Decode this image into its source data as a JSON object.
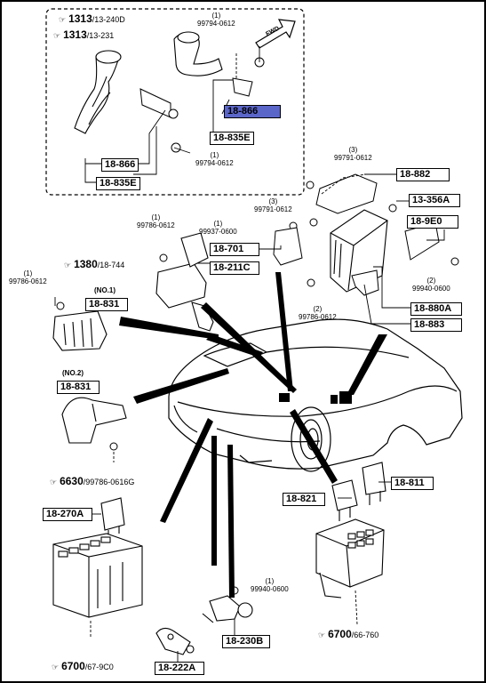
{
  "references": {
    "r1313_240d": {
      "code": "1313",
      "sub": "/13-240D"
    },
    "r1313_231": {
      "code": "1313",
      "sub": "/13-231"
    },
    "r1380": {
      "code": "1380",
      "sub": "/18-744"
    },
    "r6630": {
      "code": "6630",
      "sub": "/99786-0616G"
    },
    "r6700_66": {
      "code": "6700",
      "sub": "/66-760"
    },
    "r6700_67": {
      "code": "6700",
      "sub": "/67-9C0"
    }
  },
  "boxes": {
    "b18_866_hl": "18-866",
    "b18_835e_top": "18-835E",
    "b18_866": "18-866",
    "b18_835e": "18-835E",
    "b18_882": "18-882",
    "b13_356a": "13-356A",
    "b18_9e0": "18-9E0",
    "b18_701": "18-701",
    "b18_211c": "18-211C",
    "b18_880a": "18-880A",
    "b18_883": "18-883",
    "b18_831_a": "18-831",
    "b18_831_b": "18-831",
    "b18_821": "18-821",
    "b18_811": "18-811",
    "b18_270a": "18-270A",
    "b18_230b": "18-230B",
    "b18_222a": "18-222A"
  },
  "parts": {
    "p1": {
      "qty": "(1)",
      "num": "99794-0612"
    },
    "p2": {
      "qty": "(1)",
      "num": "99794-0612"
    },
    "p3": {
      "qty": "(3)",
      "num": "99791-0612"
    },
    "p4": {
      "qty": "(3)",
      "num": "99791-0612"
    },
    "p5": {
      "qty": "(1)",
      "num": "99937-0600"
    },
    "p6": {
      "qty": "(1)",
      "num": "99786-0612"
    },
    "p7": {
      "qty": "(1)",
      "num": "99786-0612"
    },
    "p8": {
      "qty": "(2)",
      "num": "99940-0600"
    },
    "p9": {
      "qty": "(2)",
      "num": "99786-0612"
    },
    "p10": {
      "qty": "(1)",
      "num": "99940-0600"
    }
  },
  "notes": {
    "no1": "(NO.1)",
    "no2": "(NO.2)"
  },
  "fwd": "FWD",
  "colors": {
    "highlight": "#5b66c9",
    "line": "#000000"
  }
}
